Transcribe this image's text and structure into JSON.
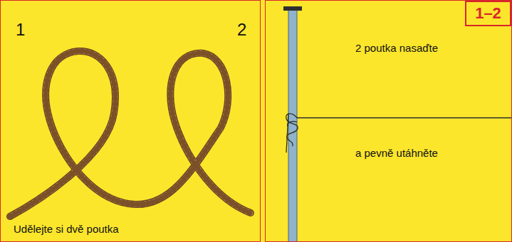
{
  "diagram": {
    "nodes": [
      {
        "text": [
          "Udělejte si dvě poutka"
        ]
      },
      {
        "text": [
          "2 poutka nasaďte",
          "a pevně utáhněte"
        ]
      },
      {
        "text": [
          "1–2"
        ],
        "in": 1
      }
    ],
    "labels": [
      "1",
      "2"
    ]
  }
}
